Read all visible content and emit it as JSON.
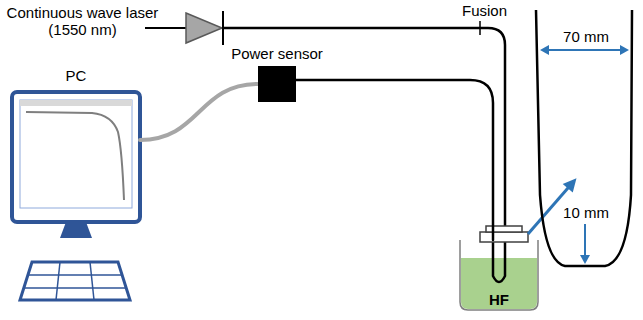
{
  "diagram": {
    "nodes": [
      {
        "text": [
          "PC"
        ]
      },
      {
        "text": [
          "Power sensor"
        ]
      },
      {
        "text": [
          "HF"
        ]
      }
    ],
    "edges": [
      {
        "from": 0,
        "to": 1,
        "arrow": "none"
      },
      {
        "from": 1,
        "to": 2,
        "arrow": "none"
      }
    ],
    "labels": [
      "Continuous wave laser (1550 nm)",
      "Fusion",
      "70 mm",
      "10 mm"
    ]
  }
}
